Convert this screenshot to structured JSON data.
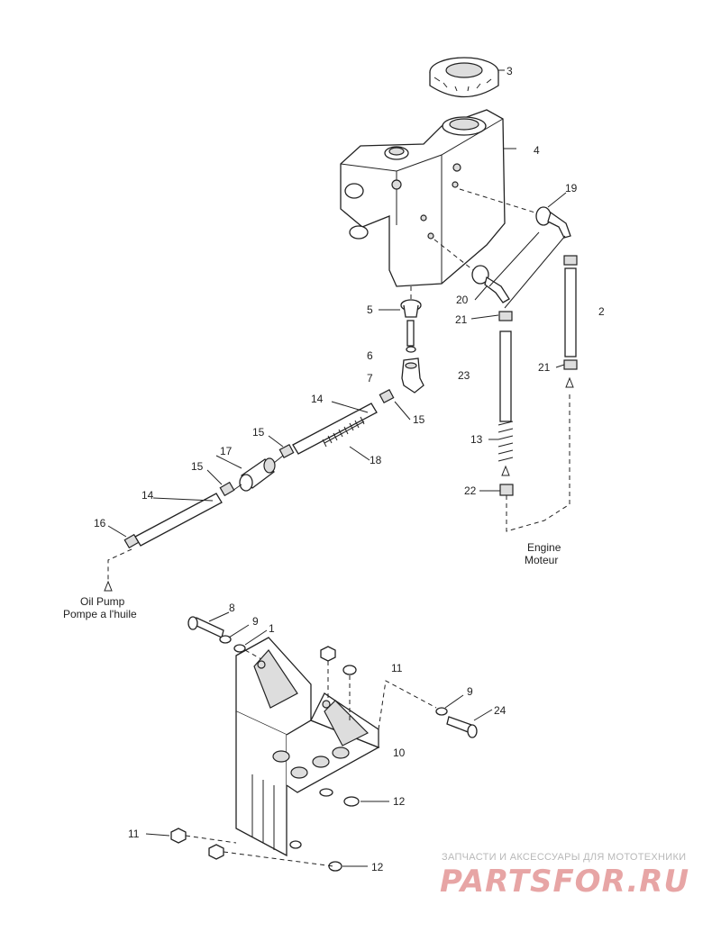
{
  "callouts": [
    "1",
    "2",
    "3",
    "4",
    "5",
    "6",
    "7",
    "8",
    "9",
    "10",
    "11",
    "12",
    "13",
    "14",
    "15",
    "16",
    "17",
    "18",
    "19",
    "20",
    "21",
    "22",
    "23",
    "24"
  ],
  "captions": {
    "oil_pump_en": "Oil Pump",
    "oil_pump_fr": "Pompe a l'huile",
    "engine_en": "Engine",
    "engine_fr": "Moteur"
  },
  "watermark": {
    "tagline": "ЗАПЧАСТИ И АКСЕССУАРЫ ДЛЯ МОТОТЕХНИКИ",
    "logo": "PARTSFOR.RU"
  }
}
